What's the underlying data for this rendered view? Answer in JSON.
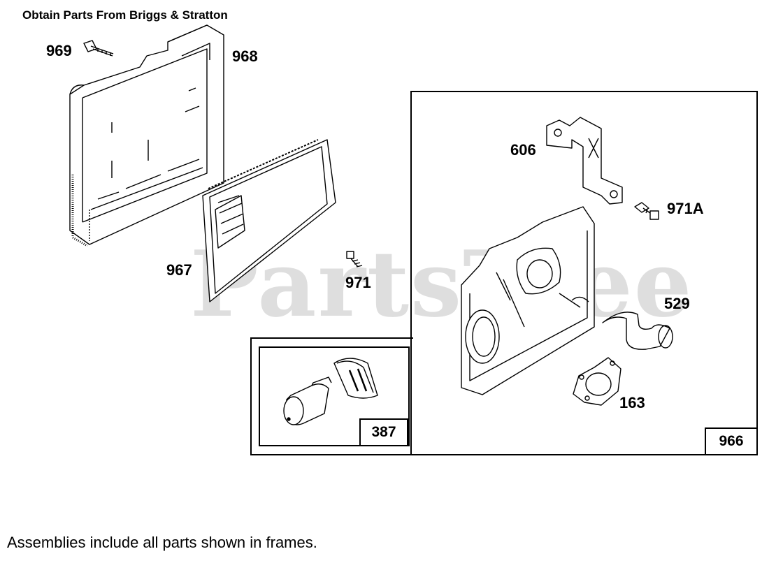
{
  "header": {
    "title": "Obtain Parts From Briggs & Stratton"
  },
  "footer": {
    "note": "Assemblies include all parts shown in frames."
  },
  "watermark": {
    "text": "PartsTree"
  },
  "parts": {
    "p969": "969",
    "p968": "968",
    "p967": "967",
    "p971": "971",
    "p606": "606",
    "p971a": "971A",
    "p529": "529",
    "p163": "163"
  },
  "frames": {
    "inner": "387",
    "outer": "966"
  },
  "icons": [
    "cover-icon",
    "air-filter-icon",
    "screw-icon",
    "bracket-icon",
    "base-icon",
    "elbow-icon",
    "gasket-icon",
    "prefilter-icon"
  ]
}
